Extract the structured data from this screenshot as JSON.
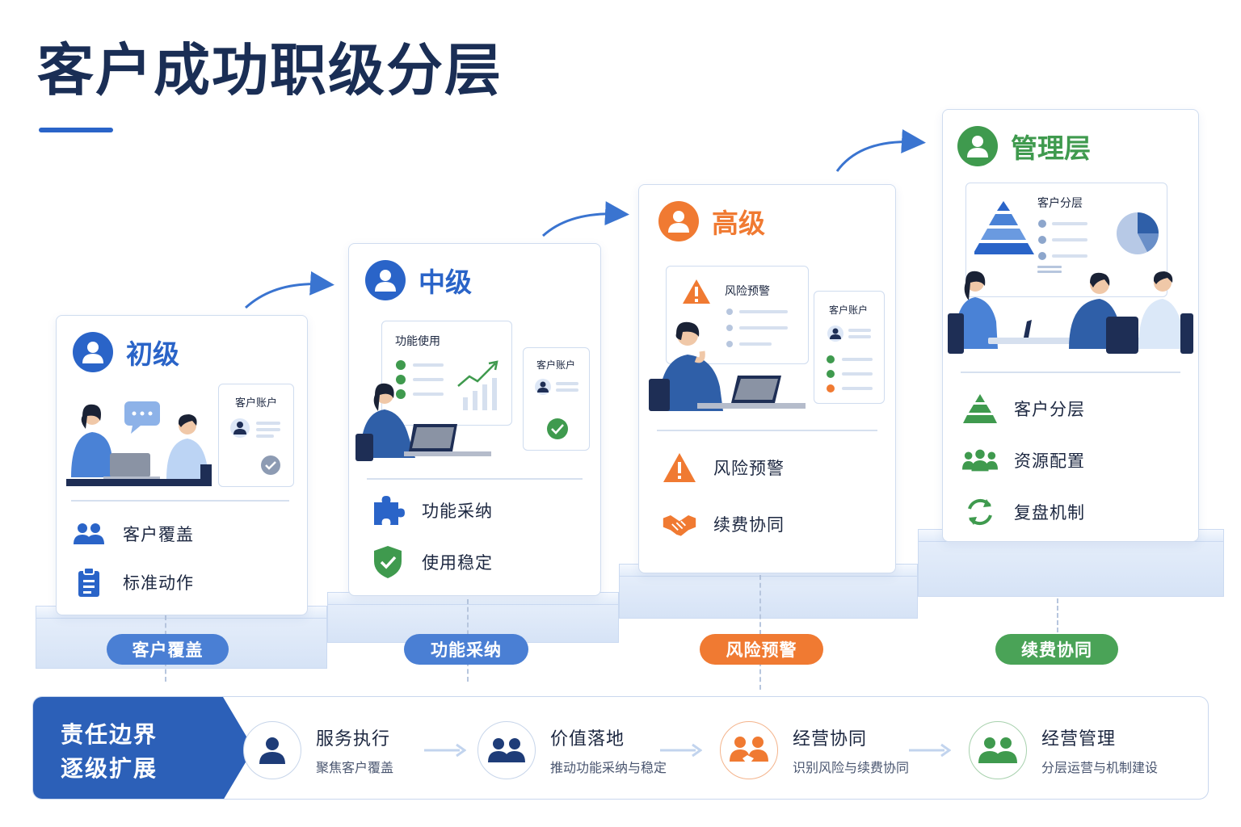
{
  "page": {
    "title": "客户成功职级分层"
  },
  "colors": {
    "blue": "#2a64c8",
    "orange": "#f07a32",
    "green": "#3f9a4e",
    "navy": "#1a2e55"
  },
  "tiers": [
    {
      "title": "初级",
      "panel_title": "客户账户",
      "features": [
        {
          "label": "客户覆盖",
          "icon": "users-icon"
        },
        {
          "label": "标准动作",
          "icon": "clipboard-icon"
        }
      ],
      "tag": "客户覆盖"
    },
    {
      "title": "中级",
      "screen_title": "功能使用",
      "panel_title": "客户账户",
      "features": [
        {
          "label": "功能采纳",
          "icon": "puzzle-icon"
        },
        {
          "label": "使用稳定",
          "icon": "shield-check-icon"
        }
      ],
      "tag": "功能采纳"
    },
    {
      "title": "高级",
      "screen_title": "风险预警",
      "panel_title": "客户账户",
      "features": [
        {
          "label": "风险预警",
          "icon": "warning-icon"
        },
        {
          "label": "续费协同",
          "icon": "handshake-icon"
        }
      ],
      "tag": "风险预警"
    },
    {
      "title": "管理层",
      "screen_title": "客户分层",
      "features": [
        {
          "label": "客户分层",
          "icon": "pyramid-icon"
        },
        {
          "label": "资源配置",
          "icon": "team-icon"
        },
        {
          "label": "复盘机制",
          "icon": "refresh-icon"
        }
      ],
      "tag": "续费协同"
    }
  ],
  "bottom": {
    "label_line1": "责任边界",
    "label_line2": "逐级扩展",
    "steps": [
      {
        "title": "服务执行",
        "sub": "聚焦客户覆盖",
        "icon": "person-icon"
      },
      {
        "title": "价值落地",
        "sub": "推动功能采纳与稳定",
        "icon": "pair-icon"
      },
      {
        "title": "经营协同",
        "sub": "识别风险与续费协同",
        "icon": "collab-icon"
      },
      {
        "title": "经营管理",
        "sub": "分层运营与机制建设",
        "icon": "group-icon"
      }
    ]
  }
}
